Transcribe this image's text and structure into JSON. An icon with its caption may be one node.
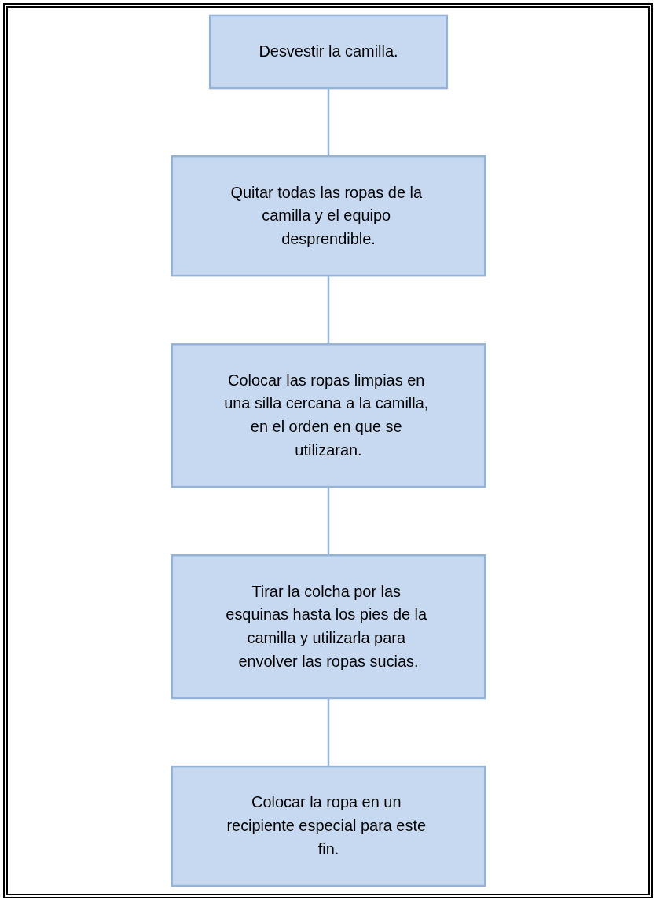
{
  "diagram": {
    "nodes": [
      {
        "text": [
          "Desvestir la camilla."
        ]
      },
      {
        "text": [
          "Quitar todas las ropas de la camilla y el equipo desprendible."
        ]
      },
      {
        "text": [
          "Colocar las ropas limpias en una silla cercana a la camilla, en el orden en que se utilizaran."
        ]
      },
      {
        "text": [
          "Tirar la colcha por las esquinas hasta los pies de la camilla y utilizarla para envolver las ropas sucias."
        ]
      },
      {
        "text": [
          "Colocar la ropa en un recipiente especial para este fin."
        ]
      }
    ],
    "edges": [
      {
        "from": 0,
        "to": 1,
        "arrow": "none"
      },
      {
        "from": 1,
        "to": 2,
        "arrow": "none"
      },
      {
        "from": 2,
        "to": 3,
        "arrow": "none"
      },
      {
        "from": 3,
        "to": 4,
        "arrow": "none"
      }
    ]
  }
}
